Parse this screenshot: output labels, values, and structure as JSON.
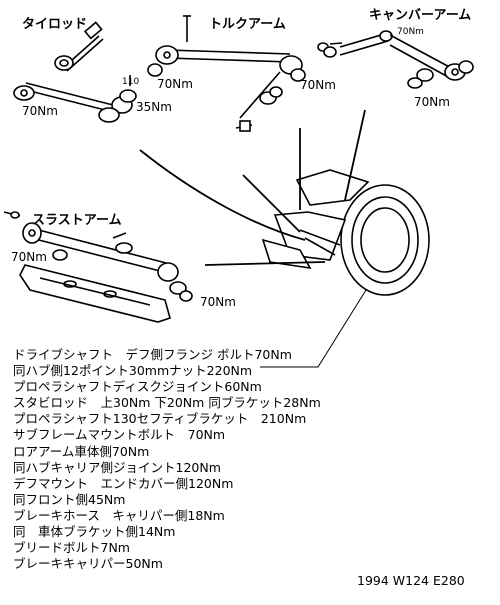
{
  "parts": {
    "tie_rod": {
      "title": "タイロッド",
      "torque_left": "70Nm",
      "torque_right": "35Nm",
      "small_value": "110"
    },
    "torque_arm": {
      "title": "トルクアーム",
      "torque_left": "70Nm",
      "torque_right": "70Nm"
    },
    "camber_arm": {
      "title": "キャンバーアーム",
      "torque_small": "70Nm",
      "torque_bottom": "70Nm"
    },
    "thrust_arm": {
      "title": "スラストアーム",
      "torque_left": "70Nm",
      "torque_right": "70Nm"
    }
  },
  "specs": [
    "ドライブシャフト　デフ側フランジ ボルト70Nm",
    "同ハブ側12ポイント30mmナット220Nm",
    "プロペラシャフトディスクジョイント60Nm",
    "スタビロッド　上30Nm 下20Nm 同ブラケット28Nm",
    "プロペラシャフト130セフティブラケット　210Nm",
    "サブフレームマウントボルト　70Nm",
    "ロアアーム車体側70Nm",
    "同ハブキャリア側ジョイント120Nm",
    "デフマウント　エンドカバー側120Nm",
    "同フロント側45Nm",
    "ブレーキホース　キャリパー側18Nm",
    "同　車体ブラケット側14Nm",
    "ブリードボルト7Nm",
    "ブレーキキャリパー50Nm"
  ],
  "footer": "1994 W124 E280"
}
